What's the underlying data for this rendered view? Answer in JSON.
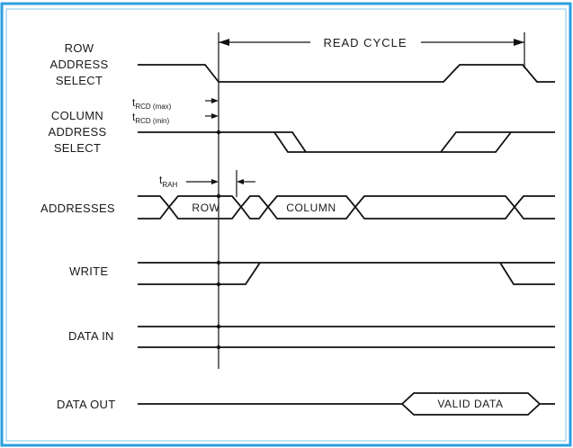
{
  "signals": {
    "ras": [
      "ROW",
      "ADDRESS",
      "SELECT"
    ],
    "cas": [
      "COLUMN",
      "ADDRESS",
      "SELECT"
    ],
    "addresses": "ADDRESSES",
    "write": "WRITE",
    "data_in": "DATA IN",
    "data_out": "DATA OUT"
  },
  "annotations": {
    "read_cycle": "READ CYCLE",
    "trcd_max": {
      "t": "t",
      "sub": "RCD (max)"
    },
    "trcd_min": {
      "t": "t",
      "sub": "RCD (min)"
    },
    "trah": {
      "t": "t",
      "sub": "RAH"
    }
  },
  "boxes": {
    "row": "ROW",
    "column": "COLUMN",
    "valid_data": "VALID DATA"
  },
  "colors": {
    "frame_border": "#2a9fe0",
    "ink": "#111111",
    "background": "#ffffff"
  }
}
